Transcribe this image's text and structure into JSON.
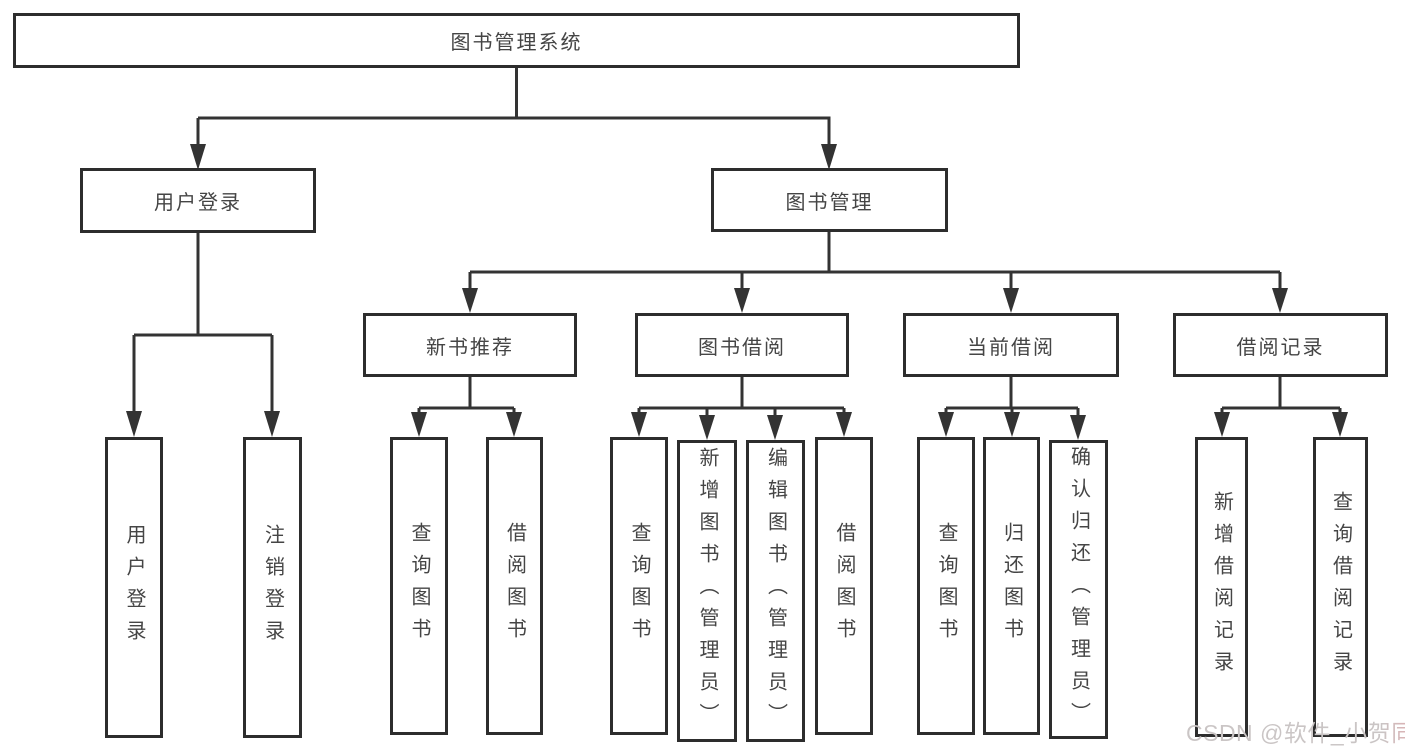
{
  "tree": {
    "root": {
      "label": "图书管理系统"
    },
    "branches": [
      {
        "label": "用户登录",
        "children": [
          {
            "label": "用户登录"
          },
          {
            "label": "注销登录"
          }
        ]
      },
      {
        "label": "图书管理",
        "children": [
          {
            "label": "新书推荐",
            "children": [
              {
                "label": "查询图书"
              },
              {
                "label": "借阅图书"
              }
            ]
          },
          {
            "label": "图书借阅",
            "children": [
              {
                "label": "查询图书"
              },
              {
                "label": "新增图书（管理员）"
              },
              {
                "label": "编辑图书（管理员）"
              },
              {
                "label": "借阅图书"
              }
            ]
          },
          {
            "label": "当前借阅",
            "children": [
              {
                "label": "查询图书"
              },
              {
                "label": "归还图书"
              },
              {
                "label": "确认归还（管理员）"
              }
            ]
          },
          {
            "label": "借阅记录",
            "children": [
              {
                "label": "新增借阅记录"
              },
              {
                "label": "查询借阅记录"
              }
            ]
          }
        ]
      }
    ]
  },
  "watermark": {
    "text": "CSDN @软件_小贺同学"
  },
  "colors": {
    "line": "#333333",
    "box_border": "#2d2d2d",
    "text": "#454545",
    "background": "#ffffff",
    "watermark_gray": "#cac5c5",
    "watermark_pink": "#ee9a9e"
  }
}
